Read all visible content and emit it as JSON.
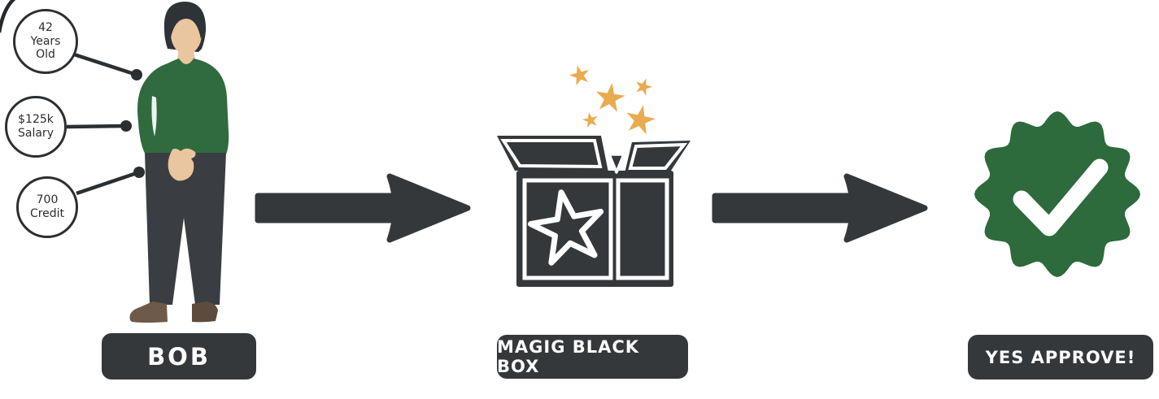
{
  "person": {
    "name": "BOB",
    "callouts": [
      {
        "label": "42 Years Old",
        "lines": [
          "42",
          "Years",
          "Old"
        ]
      },
      {
        "label": "$125k Salary",
        "lines": [
          "$125k",
          "Salary"
        ]
      },
      {
        "label": "700 Credit",
        "lines": [
          "700",
          "Credit"
        ]
      }
    ]
  },
  "box": {
    "label": "MAGIG BLACK BOX"
  },
  "approval": {
    "label": "YES APPROVE!"
  },
  "colors": {
    "charcoal": "#34383b",
    "plate": "#34383b",
    "ink": "#2b2f32",
    "green-sweater": "#2f6b3e",
    "green-badge": "#2d6a3c",
    "amber": "#e9ab50",
    "skin": "#e9c5a0",
    "hair": "#2e3337",
    "pants": "#3a3e42",
    "shoe-light": "#6e5a48",
    "shoe-dark": "#5d4b3d"
  }
}
